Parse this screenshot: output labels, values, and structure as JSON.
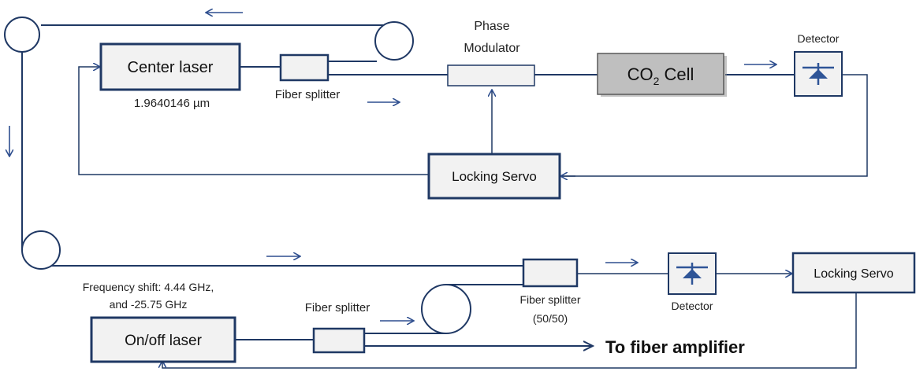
{
  "labels": {
    "center_laser": "Center laser",
    "wavelength": "1.9640146  µm",
    "fiber_splitter_top": "Fiber splitter",
    "phase_modulator_line1": "Phase",
    "phase_modulator_line2": "Modulator",
    "co2_cell_prefix": "CO",
    "co2_cell_sub": "2",
    "co2_cell_suffix": " Cell",
    "detector_top": "Detector",
    "locking_servo_top": "Locking Servo",
    "frequency_shift_line1": "Frequency shift: 4.44 GHz,",
    "frequency_shift_line2": "and -25.75 GHz",
    "fiber_splitter_bottom": "Fiber splitter",
    "on_off_laser": "On/off laser",
    "fiber_splitter_5050_line1": "Fiber splitter",
    "fiber_splitter_5050_line2": "(50/50)",
    "detector_bottom": "Detector",
    "locking_servo_bottom": "Locking Servo",
    "to_fiber_amplifier": "To fiber amplifier"
  },
  "colors": {
    "wire": "#1f3864",
    "box_fill": "#f2f2f2",
    "co2_cell_fill": "#bfbfbf",
    "detector_glyph": "#2f5597"
  },
  "icons": {
    "detector": "photodiode-icon",
    "fiber_loop": "fiber-coil-icon"
  }
}
